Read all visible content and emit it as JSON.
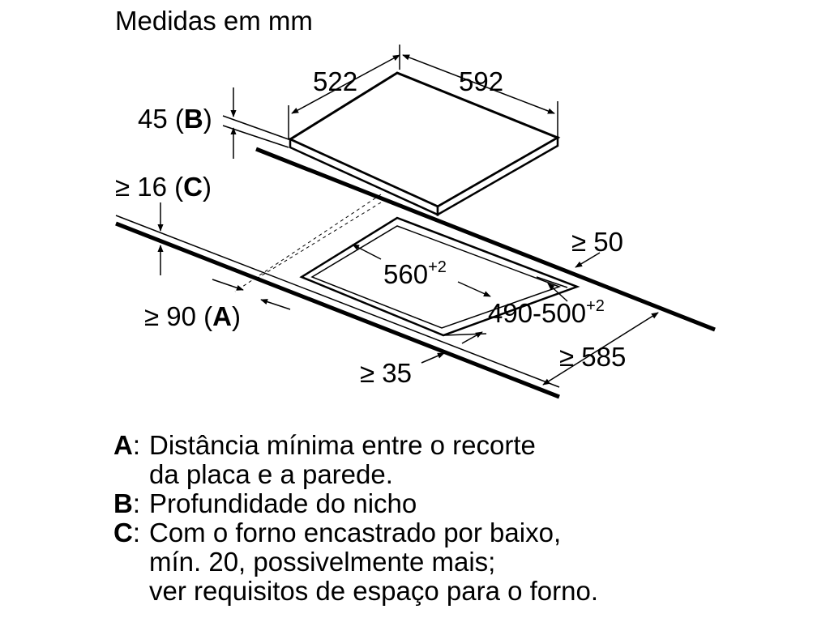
{
  "title": "Medidas em mm",
  "dimensions": {
    "depth": "522",
    "width": "592",
    "height": "45",
    "height_ref": "B",
    "oven_clearance_prefix": "≥ 16",
    "oven_clearance_ref": "C",
    "rear_clearance": "≥ 50",
    "cutout_width": "560",
    "cutout_width_tol": "+2",
    "cutout_depth": "490-500",
    "cutout_depth_tol": "+2",
    "wall_distance_prefix": "≥ 90",
    "wall_distance_ref": "A",
    "worktop_depth": "≥ 585",
    "front_clearance": "≥ 35"
  },
  "legend": [
    {
      "key": "A",
      "lines": [
        "Distância mínima entre o recorte",
        "da placa e a parede."
      ]
    },
    {
      "key": "B",
      "lines": [
        "Profundidade do nicho"
      ]
    },
    {
      "key": "C",
      "lines": [
        "Com o forno encastrado por baixo,",
        "mín. 20, possivelmente mais;",
        "ver requisitos de espaço para o forno."
      ]
    }
  ]
}
